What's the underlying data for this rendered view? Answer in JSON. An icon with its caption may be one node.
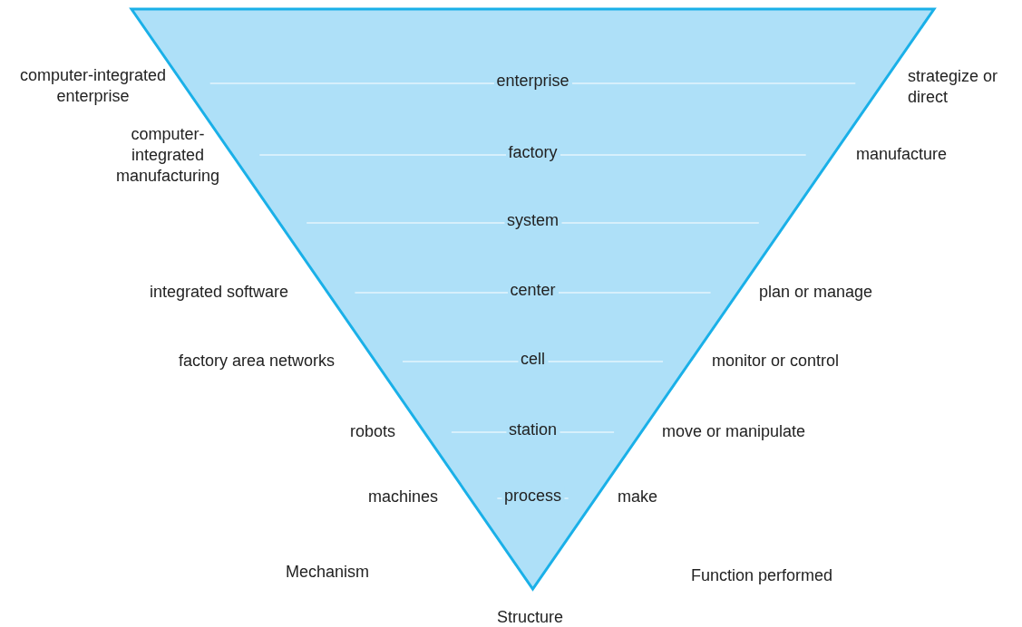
{
  "diagram": {
    "nodes": [
      {
        "text": [
          "enterprise",
          "factory",
          "system",
          "center",
          "cell",
          "station",
          "process"
        ]
      }
    ],
    "labels": [
      "computer-integrated enterprise",
      "strategize or direct",
      "computer-integrated manufacturing",
      "manufacture",
      "integrated software",
      "plan or manage",
      "factory area networks",
      "monitor or control",
      "robots",
      "move or manipulate",
      "machines",
      "make",
      "Mechanism",
      "Function performed",
      "Structure"
    ]
  }
}
